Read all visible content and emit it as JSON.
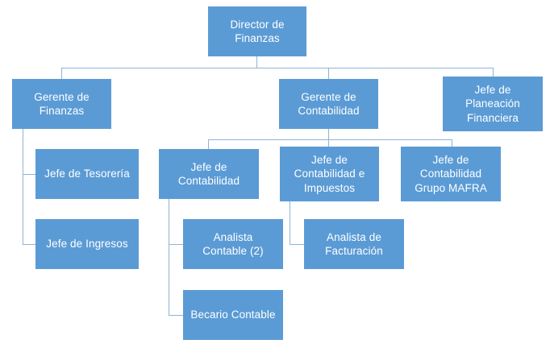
{
  "chart_data": {
    "type": "diagram",
    "diagram_type": "organizational-chart",
    "title": "",
    "orientation": "top-down",
    "colors": {
      "node_fill": "#5B9BD5",
      "node_text": "#FFFFFF",
      "connector": "#8EB4D6",
      "background": "#FFFFFF"
    },
    "nodes": [
      {
        "id": "director-finanzas",
        "label": "Director de\nFinanzas",
        "level": 0,
        "parent": null
      },
      {
        "id": "gerente-finanzas",
        "label": "Gerente de\nFinanzas",
        "level": 1,
        "parent": "director-finanzas"
      },
      {
        "id": "gerente-contabilidad",
        "label": "Gerente de\nContabilidad",
        "level": 1,
        "parent": "director-finanzas"
      },
      {
        "id": "jefe-planeacion",
        "label": "Jefe de\nPlaneación\nFinanciera",
        "level": 1,
        "parent": "director-finanzas"
      },
      {
        "id": "jefe-tesoreria",
        "label": "Jefe de Tesorería",
        "level": 2,
        "parent": "gerente-finanzas"
      },
      {
        "id": "jefe-ingresos",
        "label": "Jefe de Ingresos",
        "level": 2,
        "parent": "gerente-finanzas"
      },
      {
        "id": "jefe-contabilidad",
        "label": "Jefe de\nContabilidad",
        "level": 2,
        "parent": "gerente-contabilidad"
      },
      {
        "id": "jefe-contabilidad-imp",
        "label": "Jefe de\nContabilidad e\nImpuestos",
        "level": 2,
        "parent": "gerente-contabilidad"
      },
      {
        "id": "jefe-contabilidad-mafra",
        "label": "Jefe de\nContabilidad\nGrupo MAFRA",
        "level": 2,
        "parent": "gerente-contabilidad"
      },
      {
        "id": "analista-contable",
        "label": "Analista\nContable (2)",
        "level": 3,
        "parent": "jefe-contabilidad"
      },
      {
        "id": "becario-contable",
        "label": "Becario Contable",
        "level": 3,
        "parent": "jefe-contabilidad"
      },
      {
        "id": "analista-facturacion",
        "label": "Analista de\nFacturación",
        "level": 3,
        "parent": "jefe-contabilidad-imp"
      }
    ],
    "edges": [
      {
        "from": "director-finanzas",
        "to": "gerente-finanzas"
      },
      {
        "from": "director-finanzas",
        "to": "gerente-contabilidad"
      },
      {
        "from": "director-finanzas",
        "to": "jefe-planeacion"
      },
      {
        "from": "gerente-finanzas",
        "to": "jefe-tesoreria"
      },
      {
        "from": "gerente-finanzas",
        "to": "jefe-ingresos"
      },
      {
        "from": "gerente-contabilidad",
        "to": "jefe-contabilidad"
      },
      {
        "from": "gerente-contabilidad",
        "to": "jefe-contabilidad-imp"
      },
      {
        "from": "gerente-contabilidad",
        "to": "jefe-contabilidad-mafra"
      },
      {
        "from": "jefe-contabilidad",
        "to": "analista-contable"
      },
      {
        "from": "jefe-contabilidad",
        "to": "becario-contable"
      },
      {
        "from": "jefe-contabilidad-imp",
        "to": "analista-facturacion"
      }
    ]
  },
  "nodes": {
    "director_finanzas": "Director de\nFinanzas",
    "gerente_finanzas": "Gerente de\nFinanzas",
    "gerente_contabilidad": "Gerente de\nContabilidad",
    "jefe_planeacion": "Jefe de\nPlaneación\nFinanciera",
    "jefe_tesoreria": "Jefe de Tesorería",
    "jefe_ingresos": "Jefe de Ingresos",
    "jefe_contabilidad": "Jefe de\nContabilidad",
    "jefe_contabilidad_impuestos": "Jefe de\nContabilidad e\nImpuestos",
    "jefe_contabilidad_mafra": "Jefe de\nContabilidad\nGrupo MAFRA",
    "analista_contable": "Analista\nContable (2)",
    "analista_facturacion": "Analista de\nFacturación",
    "becario_contable": "Becario Contable"
  }
}
